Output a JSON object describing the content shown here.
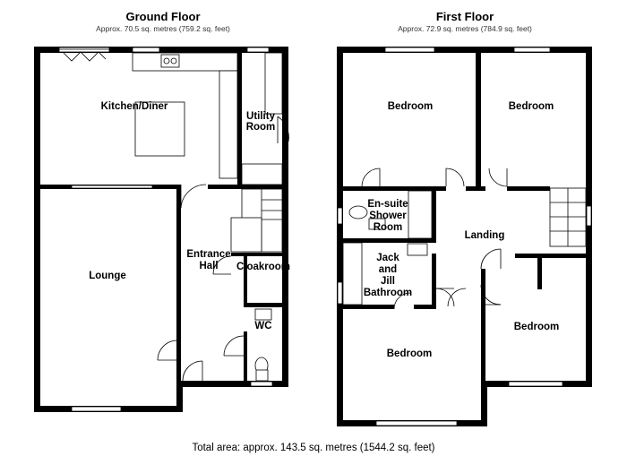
{
  "ground_floor": {
    "title": "Ground Floor",
    "area": "Approx. 70.5 sq. metres (759.2 sq. feet)",
    "rooms": {
      "kitchen": "Kitchen/Diner",
      "utility_1": "Utility",
      "utility_2": "Room",
      "lounge": "Lounge",
      "hall_1": "Entrance",
      "hall_2": "Hall",
      "cloakroom": "Cloakroom",
      "wc": "WC"
    }
  },
  "first_floor": {
    "title": "First Floor",
    "area": "Approx. 72.9 sq. metres (784.9 sq. feet)",
    "rooms": {
      "bedroom_1": "Bedroom",
      "bedroom_2": "Bedroom",
      "bedroom_3": "Bedroom",
      "bedroom_4": "Bedroom",
      "ensuite_1": "En-suite",
      "ensuite_2": "Shower",
      "ensuite_3": "Room",
      "landing": "Landing",
      "bath_1": "Jack",
      "bath_2": "and",
      "bath_3": "Jill",
      "bath_4": "Bathroom"
    }
  },
  "total_area": "Total area: approx. 143.5 sq. metres (1544.2 sq. feet)"
}
